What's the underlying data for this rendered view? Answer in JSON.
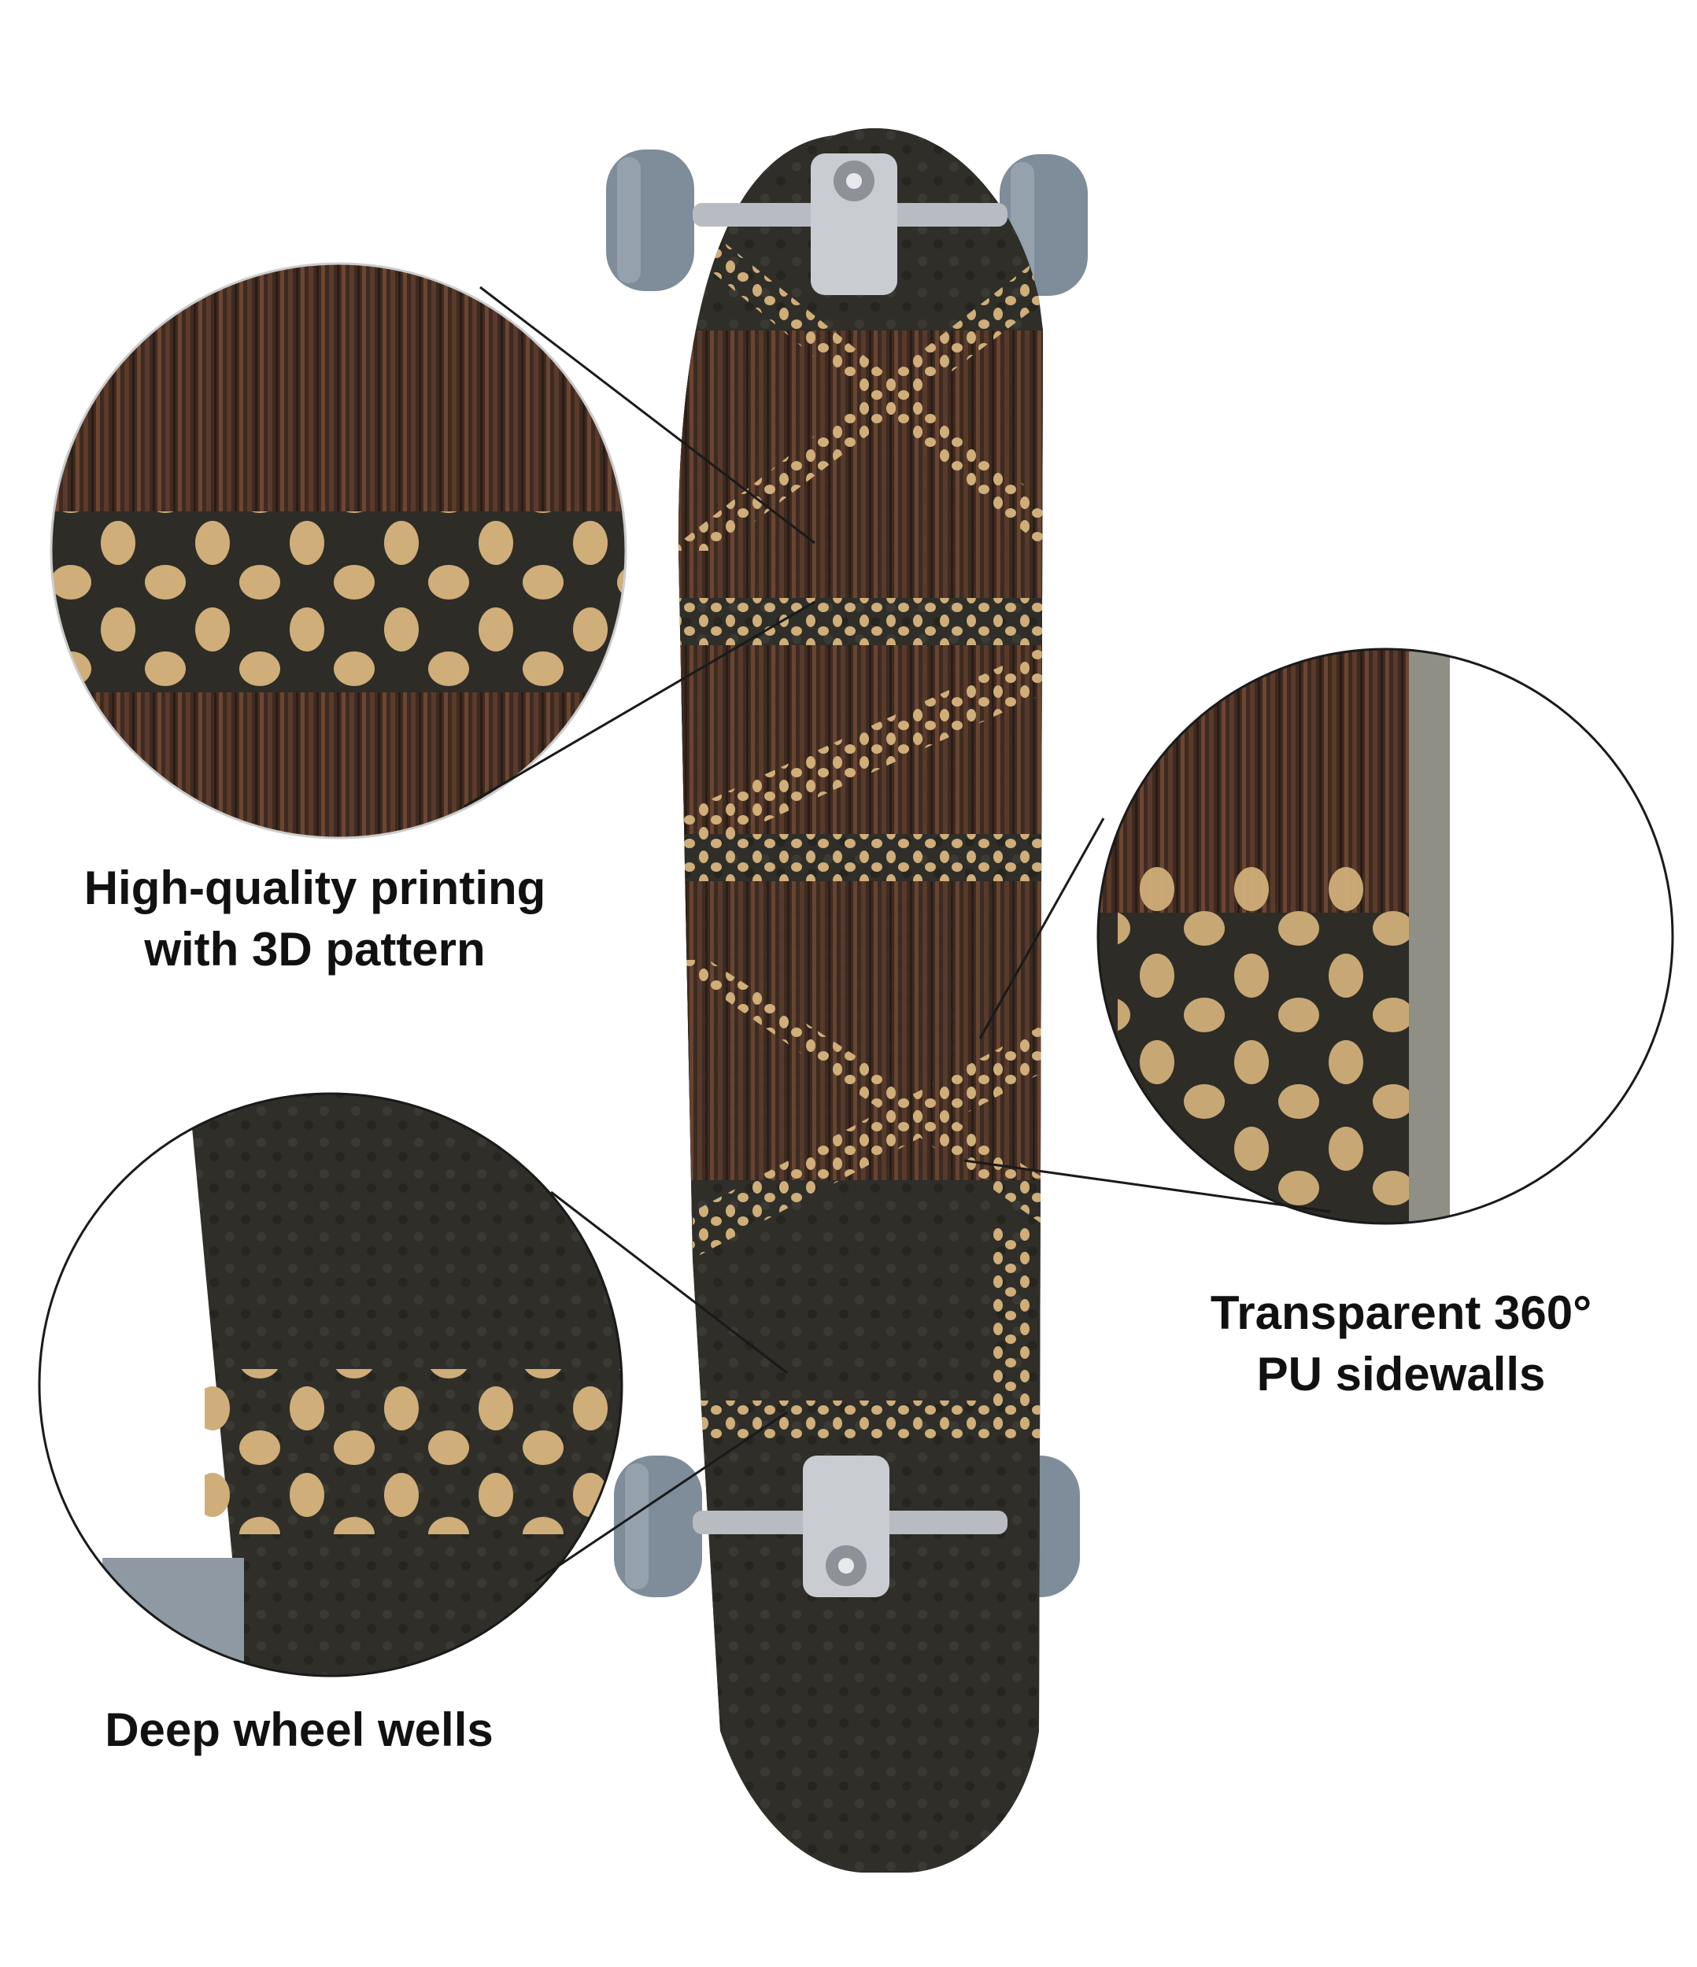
{
  "captions": {
    "printing": [
      "High-quality printing",
      "with 3D pattern"
    ],
    "sidewalls": [
      "Transparent 360°",
      "PU sidewalls"
    ],
    "wheel_wells": [
      "Deep wheel wells"
    ]
  },
  "colors": {
    "background": "#ffffff",
    "deck": "#2d2c27",
    "wood": "#4a3226",
    "dots": "#cfae79",
    "wheels": "#7f8c99",
    "trucks": "#b8bcc2",
    "text": "#111111",
    "leader_lines": "#1a1a1a"
  }
}
